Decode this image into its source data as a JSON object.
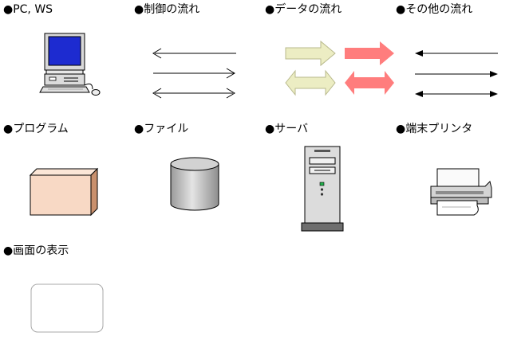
{
  "legend": {
    "pc_ws": "●PC, WS",
    "control_flow": "●制御の流れ",
    "data_flow": "●データの流れ",
    "other_flow": "●その他の流れ",
    "program": "●プログラム",
    "file": "●ファイル",
    "server": "●サーバ",
    "terminal_printer": "●端末プリンタ",
    "screen_display": "●画面の表示"
  },
  "colors": {
    "data_arrow_yellow": "#ecedc3",
    "data_arrow_red": "#ff7d7d",
    "program_box_front": "#f8d9c5",
    "program_box_side": "#c9906d",
    "monitor_screen": "#1d2bd0",
    "cylinder_gray": "#c8c8c8",
    "server_body": "#dcdcdc"
  },
  "icons": [
    "pc-icon",
    "control-flow-arrows",
    "data-flow-arrows",
    "other-flow-arrows",
    "program-box-icon",
    "file-cylinder-icon",
    "server-tower-icon",
    "printer-icon",
    "screen-frame-icon"
  ]
}
